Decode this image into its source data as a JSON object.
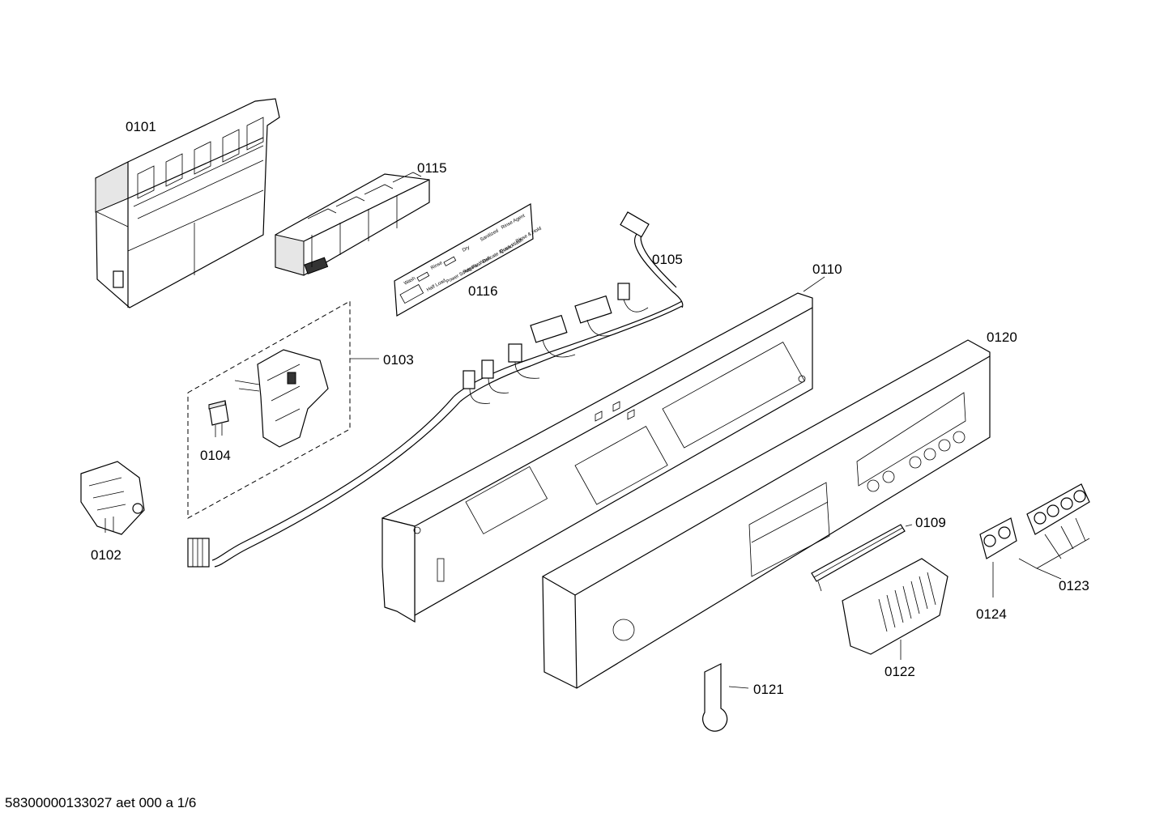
{
  "labels": {
    "p0101": "0101",
    "p0115": "0115",
    "p0105": "0105",
    "p0110": "0110",
    "p0116": "0116",
    "p0103": "0103",
    "p0120": "0120",
    "p0104": "0104",
    "p0102": "0102",
    "p0109": "0109",
    "p0123": "0123",
    "p0124": "0124",
    "p0122": "0122",
    "p0121": "0121"
  },
  "overlay_text": {
    "wash": "Wash",
    "rinse": "Rinse",
    "dry": "Dry",
    "sanitized": "Sanitized",
    "rinse_agent": "Rinse Agent",
    "half_load": "Half Load",
    "power_scrub": "Power Scrub Plus",
    "regular_wash": "Regular Wash",
    "delicate": "Delicate /Econo",
    "quick_wash": "Quick Wash",
    "rinse_hold": "Rinse & Hold"
  },
  "footer": "58300000133027 aet 000 a 1/6"
}
